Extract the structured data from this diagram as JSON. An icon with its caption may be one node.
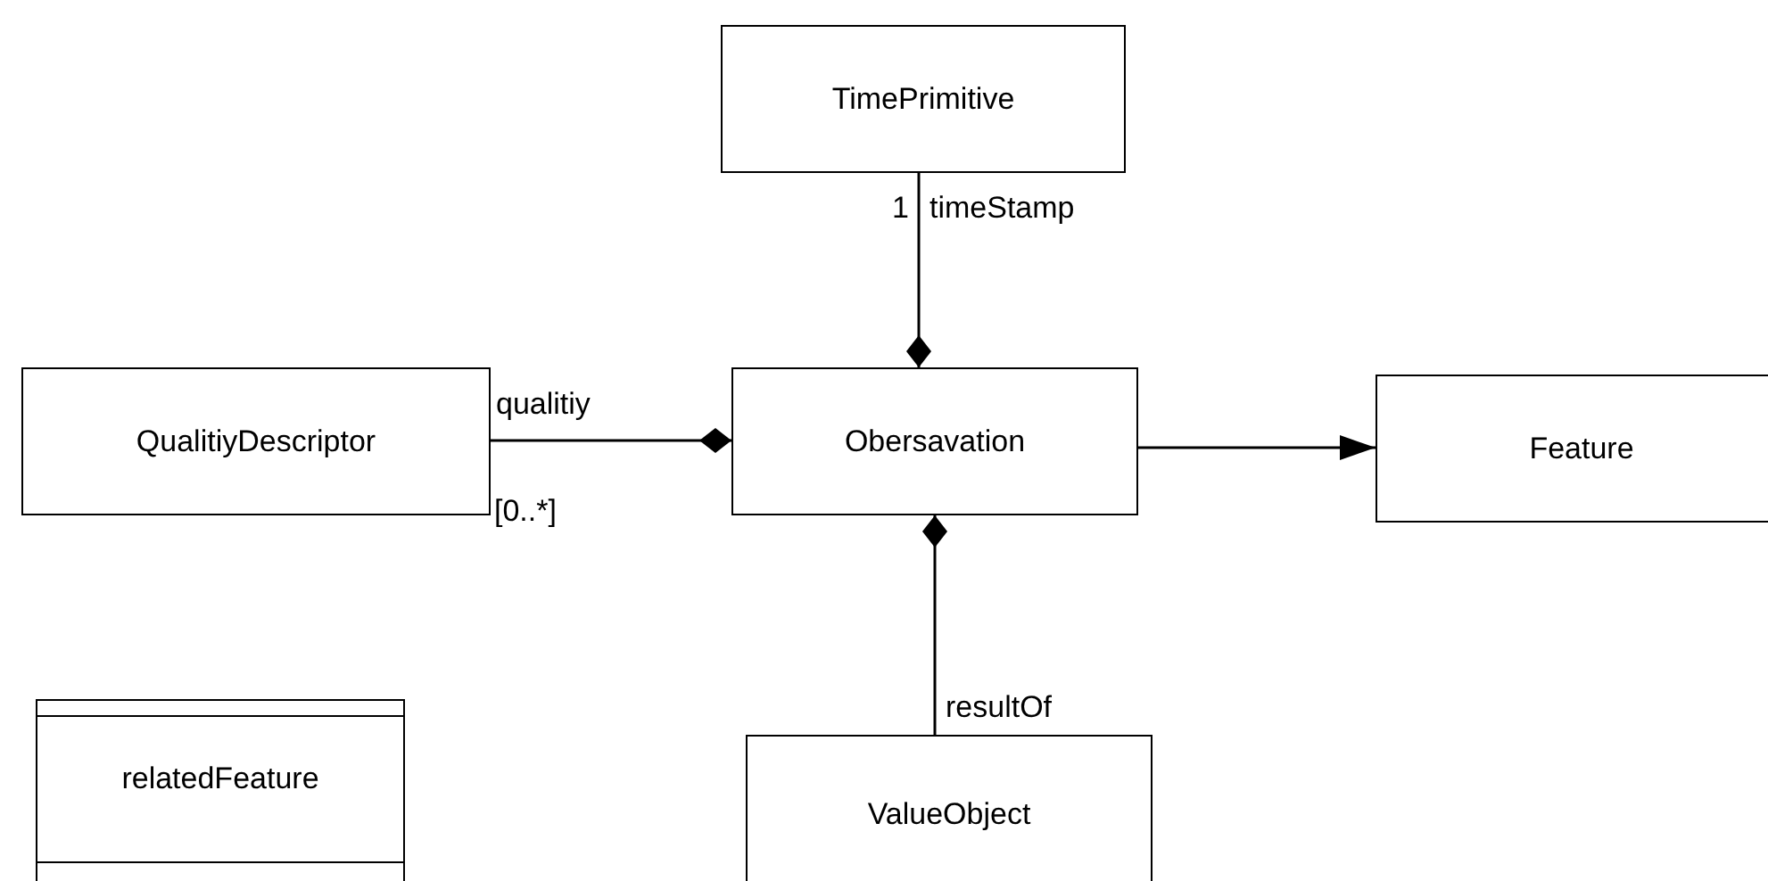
{
  "diagram": {
    "nodes": [
      {
        "text": [
          "TimePrimitive"
        ]
      },
      {
        "text": [
          "QualitiyDescriptor"
        ]
      },
      {
        "text": [
          "Obersavation"
        ]
      },
      {
        "text": [
          "Feature"
        ]
      },
      {
        "text": [
          "relatedFeature"
        ]
      },
      {
        "text": [
          "ValueObject"
        ]
      }
    ],
    "edges": [
      {
        "from": 0,
        "to": 2,
        "arrow": "other",
        "label": "timeStamp"
      },
      {
        "from": 1,
        "to": 2,
        "arrow": "other",
        "label": "qualitiy"
      },
      {
        "from": 2,
        "to": 3,
        "arrow": "to"
      },
      {
        "from": 5,
        "to": 2,
        "arrow": "other",
        "label": "resultOf"
      }
    ],
    "labels": [
      "1",
      "[0..*]"
    ]
  }
}
